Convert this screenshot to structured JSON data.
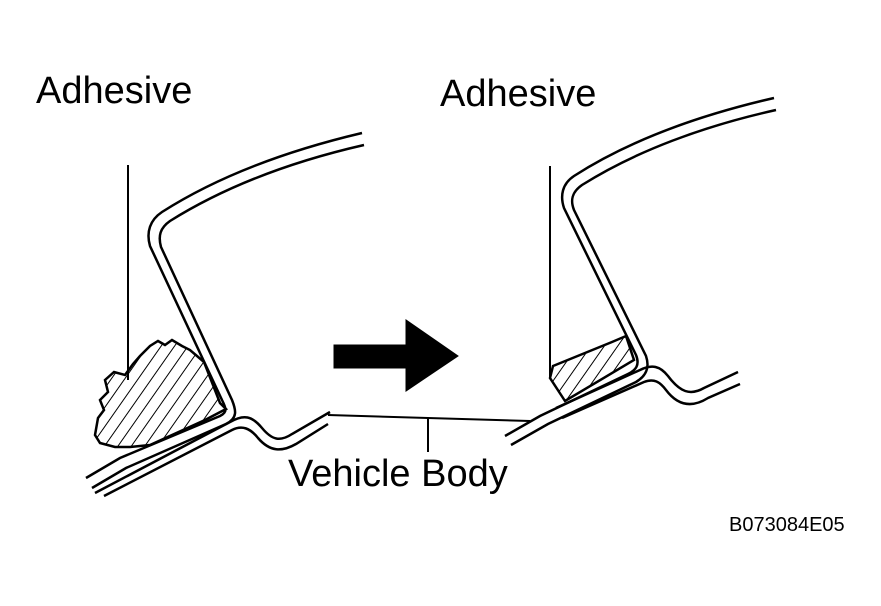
{
  "labels": {
    "adhesive_left": "Adhesive",
    "adhesive_right": "Adhesive",
    "vehicle_body": "Vehicle Body",
    "figure_code": "B073084E05"
  },
  "colors": {
    "ink": "#000000",
    "paper": "#ffffff"
  },
  "icons": {
    "arrow": "right-arrow-icon"
  }
}
